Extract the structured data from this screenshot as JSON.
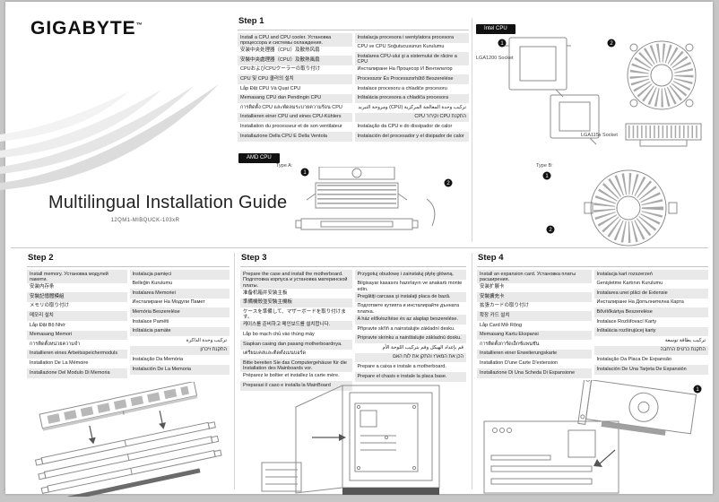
{
  "page": {
    "brand": "GIGABYTE",
    "tm": "™",
    "title": "Multilingual Installation Guide",
    "part_number": "12QM1-MIBQUCK-103xR"
  },
  "badges": {
    "intel": "Intel CPU",
    "amd": "AMD CPU"
  },
  "labels": {
    "lga1200": "LGA1200 Socket",
    "lga115x": "LGA115x Socket",
    "type_a": "Type A:",
    "type_b": "Type B:"
  },
  "figures": {
    "n1": "1",
    "n2": "2"
  },
  "steps": {
    "step1": {
      "heading": "Step 1",
      "col1": [
        "Install a CPU and CPU cooler. Установка процессора и системы охлаждения.",
        "安装中央处理器（CPU）及散热风扇",
        "安裝中央處理器（CPU）及散熱風扇",
        "CPUおよびCPUクーラーの取り付け",
        "CPU 및 CPU 쿨러의 설치",
        "Lắp Đặt CPU Và Quạt CPU",
        "Memasang CPU dan Pendingin CPU",
        "การติดตั้ง CPU และพัดลมระบายความร้อน CPU",
        "Installieren einer CPU und eines CPU-Kühlers",
        "Installation du processeur et de son ventilateur",
        "Installazione Della CPU E Della Ventola"
      ],
      "col2": [
        "Instalacja procesora i wentylatora procesora",
        "CPU ve CPU Soğutucusunun Kurulumu",
        "Instalarea CPU-ului şi a sistemului de răcire a CPU",
        "Инсталиране На Процесор И Вентилатор",
        "Processzor És Processzorhűtő Beszerelése",
        "Instalace procesoru a chladiče procesoru",
        "Inštalácia procesora a chladiča procesora",
        {
          "text": "تركيب وحدة المعالجة المركزية (CPU) ومروحة التبريد",
          "rtl": true
        },
        {
          "text": "התקנת CPU וקירור CPU",
          "rtl": true
        },
        "Instalação da CPU e do dissipador de calor",
        "Instalación del procesador y el disipador de calor"
      ]
    },
    "step2": {
      "heading": "Step 2",
      "col1": [
        "Install memory. Установка модулей памяти.",
        "安装内存条",
        "安裝記憶體模組",
        "メモリの取り付け",
        "메모리 설치",
        "Lắp Đặt Bộ Nhớ",
        "Memasang Memori",
        "การติดตั้งหน่วยความจำ",
        "Installieren eines Arbeitsspeichermoduls",
        "Installation De La Mémoire",
        "Installazione Del Modulo Di Memoria"
      ],
      "col2": [
        "Instalacja pamięci",
        "Belleğin Kurulumu",
        "Instalarea Memoriei",
        "Инсталиране На Модули Памет",
        "Memória Beszerelése",
        "Instalace Paměti",
        "Inštalácia pamäte",
        {
          "text": "تركيب وحدة الذاكرة",
          "rtl": true
        },
        {
          "text": "התקנת זיכרון",
          "rtl": true
        },
        "Instalação Da Memória",
        "Instalación De La Memoria"
      ]
    },
    "step3": {
      "heading": "Step 3",
      "col1": [
        "Prepare the case and install the motherboard. Подготовка корпуса и установка материнской платы.",
        "准备机箱并安装主板",
        "準備機殼並安裝主機板",
        "ケースを準備して、マザーボードを取り付けます。",
        "케이스를 준비하고 메인보드를 설치합니다.",
        "Lắp bo mạch chủ vào thùng máy",
        "Siapkan casing dan pasang motherboardnya.",
        "เตรียมเคสและติดตั้งเมนบอร์ด",
        "Bitte bereiten Sie das Computergehäuse für die Installation des Mainboards vor.",
        "Préparez le boîtier et installez la carte mère.",
        "Preparasi il caso e installa la MainBoard"
      ],
      "col2": [
        "Przygotuj obudowę i zainstaluj płytę główną.",
        "Bilgisayar kasasını hazırlayın ve anakartı monte edin.",
        "Pregătiţi carcasa şi instalaţi placa de bază.",
        "Подгответе кутията и инсталирайте дънната платка.",
        "A ház előkészítése és az alaplap beszerelése.",
        "Připravte skříň a nainstalujte základní desku.",
        "Pripravte skrinku a nainštalujte základnú dosku.",
        {
          "text": "قم بإعداد الهيكل وقم بتركيب اللوحة الأم",
          "rtl": true
        },
        {
          "text": "הכן את המארז והתקן את לוח האם",
          "rtl": true
        },
        "Prepare a caixa e instale a motherboard.",
        "Prepare el chasis e instale la placa base."
      ]
    },
    "step4": {
      "heading": "Step 4",
      "col1": [
        "Install an expansion card. Установка платы расширения.",
        "安装扩展卡",
        "安裝擴充卡",
        "拡張カードの取り付け",
        "확장 카드 설치",
        "Lắp Card Mở Rộng",
        "Memasang Kartu Ekspansi",
        "การติดตั้งการ์ดเอ็กซ์แพนชัน",
        "Installieren einer Erweiterungskarte",
        "Installation D'une Carte D'extension",
        "Installazione Di Una Scheda Di Espansione"
      ],
      "col2": [
        "Instalacja kart rozszerzeń",
        "Genişletme Kartının Kurulumu",
        "Instalarea unei plăci de Extensie",
        "Инсталиране На Допълнителна Карта",
        "Bővítőkártya Beszerelése",
        "Instalace Rozšiřovací Karty",
        "Inštalácia rozširujúcej karty",
        {
          "text": "تركيب بطاقة توسعة",
          "rtl": true
        },
        {
          "text": "התקנת כרטיס הרחבה",
          "rtl": true
        },
        "Instalação Da Placa De Expansão",
        "Instalación De Una Tarjeta De Expansión"
      ]
    }
  }
}
